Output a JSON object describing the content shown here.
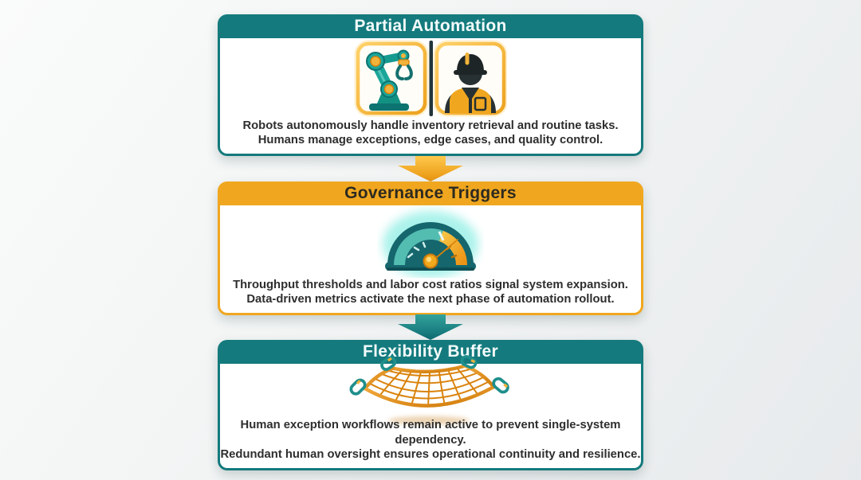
{
  "diagram": {
    "type": "vertical-flow",
    "stage_count": 3,
    "colors": {
      "teal_header": "#147a7d",
      "teal_dark": "#0e6b72",
      "gold_header": "#f0a71f",
      "gold_dark": "#d9820b",
      "body_text": "#2e2e2e",
      "header_text_light": "#f3fbfb",
      "header_text_dark": "#2d2a20",
      "card_background": "#ffffff",
      "page_background": "#eef0f1",
      "gauge_glow": "#8eeee4"
    }
  },
  "boxes": [
    {
      "id": "partial-automation",
      "title": "Partial Automation",
      "accent": "teal",
      "icon": "robot-arm-and-worker-icon",
      "lines": [
        "Robots autonomously handle inventory retrieval and routine tasks.",
        "Humans manage exceptions, edge cases, and quality control."
      ]
    },
    {
      "id": "governance-triggers",
      "title": "Governance Triggers",
      "accent": "gold",
      "icon": "speed-gauge-icon",
      "lines": [
        "Throughput thresholds and labor cost ratios signal system expansion.",
        "Data-driven metrics activate the next phase of automation rollout."
      ]
    },
    {
      "id": "flexibility-buffer",
      "title": "Flexibility Buffer",
      "accent": "teal",
      "icon": "safety-net-icon",
      "lines": [
        "Human exception workflows remain active to prevent single-system dependency.",
        "Redundant human oversight ensures operational continuity and resilience."
      ]
    }
  ],
  "arrows": [
    {
      "id": "arrow-gold",
      "direction": "down",
      "color": "#f0a71f"
    },
    {
      "id": "arrow-teal",
      "direction": "down",
      "color": "#147a7d"
    }
  ]
}
